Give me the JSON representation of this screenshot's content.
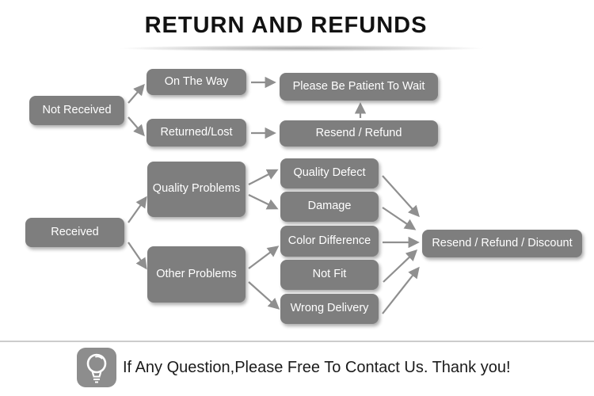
{
  "title": "RETURN AND REFUNDS",
  "colors": {
    "node_background": "#7e7e7e",
    "node_text": "#ffffff",
    "arrow": "#8f8f8f",
    "title_text": "#121212",
    "footer_divider": "#cccccc",
    "footer_icon_background": "#8d8d8d"
  },
  "flow": {
    "nodes": [
      {
        "id": "not-received",
        "label": "Not Received"
      },
      {
        "id": "on-the-way",
        "label": "On The Way"
      },
      {
        "id": "please-be-patient",
        "label": "Please Be Patient To Wait"
      },
      {
        "id": "returned-lost",
        "label": "Returned/Lost"
      },
      {
        "id": "resend-refund",
        "label": "Resend / Refund"
      },
      {
        "id": "quality-problems",
        "label": "Quality Problems"
      },
      {
        "id": "received",
        "label": "Received"
      },
      {
        "id": "other-problems",
        "label": "Other Problems"
      },
      {
        "id": "quality-defect",
        "label": "Quality Defect"
      },
      {
        "id": "damage",
        "label": "Damage"
      },
      {
        "id": "color-difference",
        "label": "Color Difference"
      },
      {
        "id": "not-fit",
        "label": "Not Fit"
      },
      {
        "id": "wrong-delivery",
        "label": "Wrong Delivery"
      },
      {
        "id": "resend-refund-discount",
        "label": "Resend / Refund / Discount"
      }
    ],
    "edges": [
      {
        "from": "Not Received",
        "to": "On The Way"
      },
      {
        "from": "Not Received",
        "to": "Returned/Lost"
      },
      {
        "from": "On The Way",
        "to": "Please Be Patient To Wait"
      },
      {
        "from": "Returned/Lost",
        "to": "Resend / Refund"
      },
      {
        "from": "Resend / Refund",
        "to": "Please Be Patient To Wait"
      },
      {
        "from": "Received",
        "to": "Quality Problems"
      },
      {
        "from": "Received",
        "to": "Other Problems"
      },
      {
        "from": "Quality Problems",
        "to": "Quality Defect"
      },
      {
        "from": "Quality Problems",
        "to": "Damage"
      },
      {
        "from": "Other Problems",
        "to": "Color Difference"
      },
      {
        "from": "Other Problems",
        "to": "Wrong Delivery"
      },
      {
        "from": "Quality Defect",
        "to": "Resend / Refund / Discount"
      },
      {
        "from": "Damage",
        "to": "Resend / Refund / Discount"
      },
      {
        "from": "Color Difference",
        "to": "Resend / Refund / Discount"
      },
      {
        "from": "Not Fit",
        "to": "Resend / Refund / Discount"
      },
      {
        "from": "Wrong Delivery",
        "to": "Resend / Refund / Discount"
      }
    ]
  },
  "footer": {
    "icon": "lightbulb-icon",
    "message": "If Any Question,Please Free To Contact Us. Thank you!"
  }
}
